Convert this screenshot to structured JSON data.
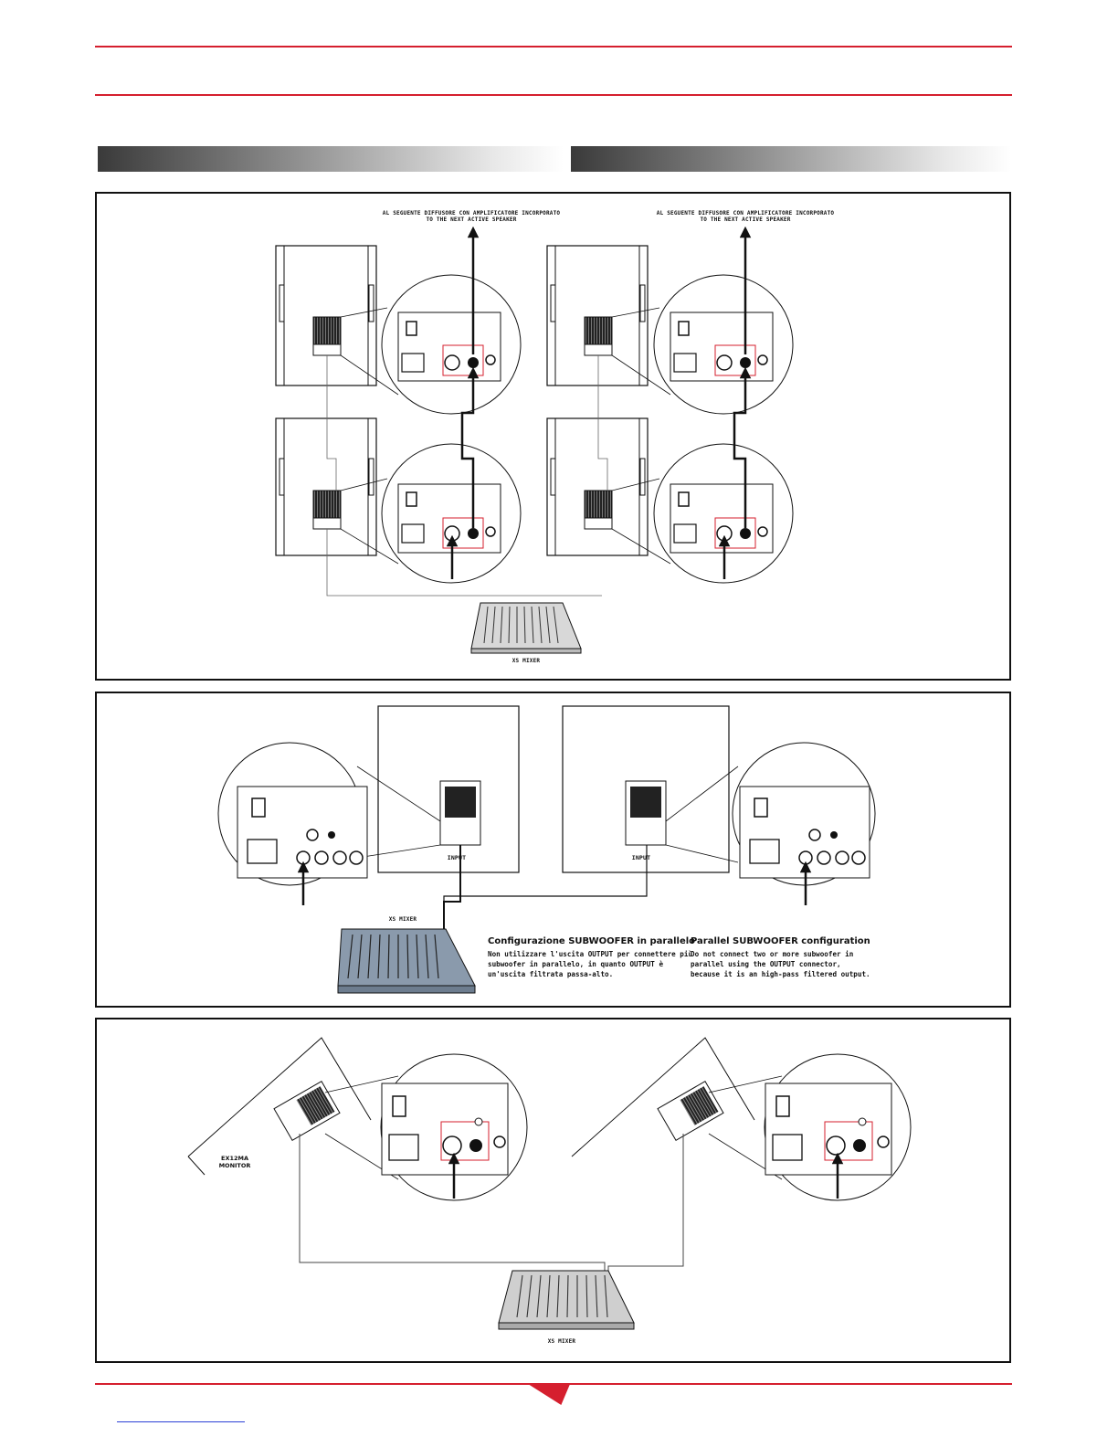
{
  "panel1": {
    "left_label_it": "AL SEGUENTE DIFFUSORE CON AMPLIFICATORE INCORPORATO",
    "left_label_en": "TO THE NEXT ACTIVE SPEAKER",
    "right_label_it": "AL SEGUENTE DIFFUSORE CON AMPLIFICATORE INCORPORATO",
    "right_label_en": "TO THE NEXT ACTIVE SPEAKER",
    "mixer_label": "XS MIXER"
  },
  "panel2": {
    "input_left": "INPUT",
    "input_right": "INPUT",
    "mixer_label": "XS MIXER",
    "note_it_title": "Configurazione SUBWOOFER in parallelo",
    "note_it_lines": "Non utilizzare l'uscita OUTPUT per connettere più\nsubwoofer in parallelo, in quanto OUTPUT è\nun'uscita filtrata passa-alto.",
    "note_en_title": "Parallel SUBWOOFER configuration",
    "note_en_lines": "Do not connect two or more subwoofer in\nparallel using the OUTPUT connector,\nbecause it is an high-pass filtered output."
  },
  "panel3": {
    "monitor_label": "EX12MA\nMONITOR",
    "mixer_label": "XS MIXER"
  },
  "colors": {
    "accent_red": "#d51f2e",
    "line": "#111111"
  }
}
